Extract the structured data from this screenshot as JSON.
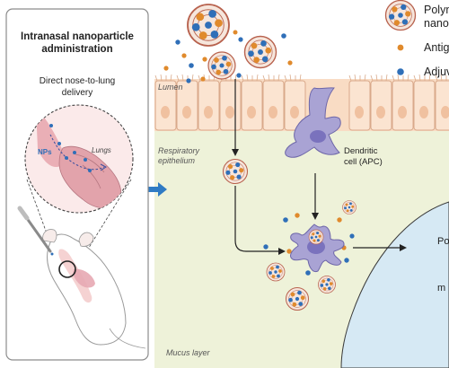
{
  "left_panel": {
    "title_line1": "Intranasal nanoparticle",
    "title_line2": "administration",
    "subtitle_line1": "Direct nose-to-lung",
    "subtitle_line2": "delivery",
    "nps_label": "NPs",
    "lungs_label": "Lungs"
  },
  "legend": {
    "polymer_line1": "Polym",
    "polymer_line2": "nano",
    "antigen": "Antig",
    "adjuvant": "Adjuv"
  },
  "regions": {
    "lumen": "Lumen",
    "epithelium_line1": "Respiratory",
    "epithelium_line2": "epithelium",
    "mucus": "Mucus layer"
  },
  "cells": {
    "dendritic_line1": "Dendritic",
    "dendritic_line2": "cell (APC)",
    "lymph_partial": "m"
  },
  "colors": {
    "mucus": "#eef2d9",
    "epithelium": "#f9dcc4",
    "cell_outline": "#d9a98a",
    "lymph_node": "#d6e9f4",
    "dc": "#a9a3d4",
    "np_ring": "#b8624e",
    "antigen": "#e08a2c",
    "adjuvant": "#2f6fb8",
    "panel_border": "#8c8c8c",
    "transition_arrow": "#2f7bc4"
  }
}
